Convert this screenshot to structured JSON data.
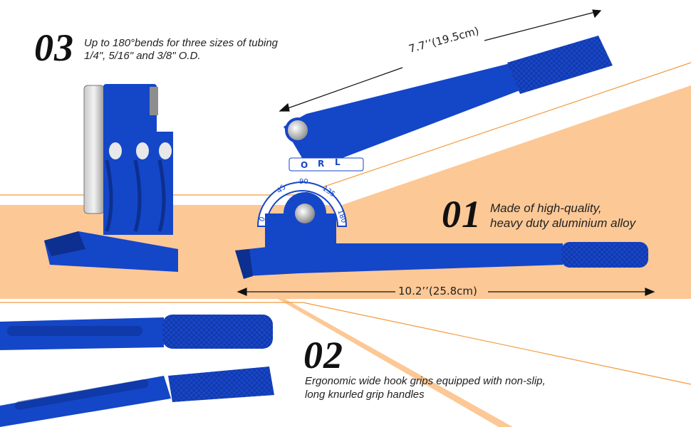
{
  "features": [
    {
      "number": "03",
      "text_line1": "Up to 180°bends for three sizes of tubing",
      "text_line2": "1/4\", 5/16\" and 3/8\" O.D."
    },
    {
      "number": "01",
      "text_line1": "Made of high-quality,",
      "text_line2": "heavy duty aluminium alloy"
    },
    {
      "number": "02",
      "text_line1": "Ergonomic wide hook grips equipped with non-slip,",
      "text_line2": "long knurled grip handles"
    }
  ],
  "dimensions": {
    "upper_handle": "7.7’’(19.5cm)",
    "lower_handle": "10.2’’(25.8cm)"
  },
  "dial": {
    "marks": [
      "0",
      "45",
      "90",
      "135",
      "180"
    ],
    "side_letters": [
      "O",
      "R",
      "L"
    ]
  },
  "colors": {
    "tool_blue": "#1446c8",
    "tool_blue_dark": "#0d2f8f",
    "background_peach": "#fcc896",
    "accent_orange": "#f08a2c",
    "background_white": "#ffffff"
  }
}
